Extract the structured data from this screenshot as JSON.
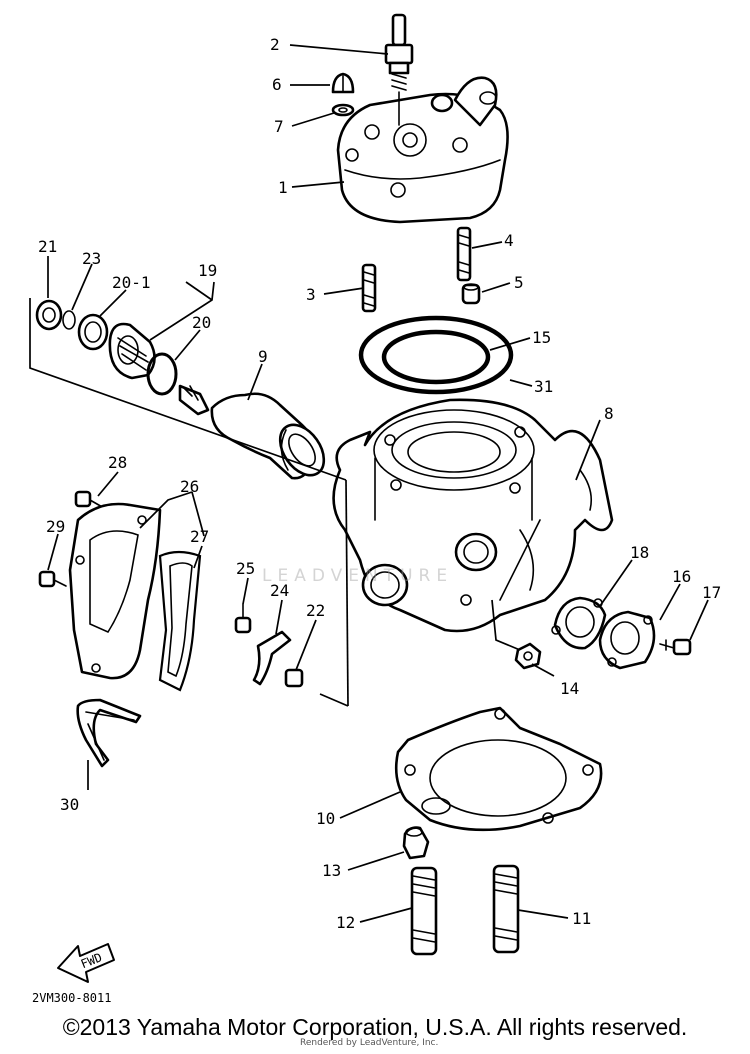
{
  "labels": {
    "p1": "1",
    "p2": "2",
    "p3": "3",
    "p4": "4",
    "p5": "5",
    "p6": "6",
    "p7": "7",
    "p8": "8",
    "p9": "9",
    "p10": "10",
    "p11": "11",
    "p12": "12",
    "p13": "13",
    "p14": "14",
    "p15": "15",
    "p16": "16",
    "p17": "17",
    "p18": "18",
    "p19": "19",
    "p20": "20",
    "p20_1": "20-1",
    "p21": "21",
    "p22": "22",
    "p23": "23",
    "p24": "24",
    "p25": "25",
    "p26": "26",
    "p27": "27",
    "p28": "28",
    "p29": "29",
    "p30": "30",
    "p31": "31"
  },
  "fwd_arrow": "FWD",
  "diagram_code": "2VM300-8011",
  "watermark": "LEADVENTURE",
  "copyright": "©2013 Yamaha Motor Corporation, U.S.A. All rights reserved.",
  "render_credit": "Rendered by LeadVenture, Inc."
}
